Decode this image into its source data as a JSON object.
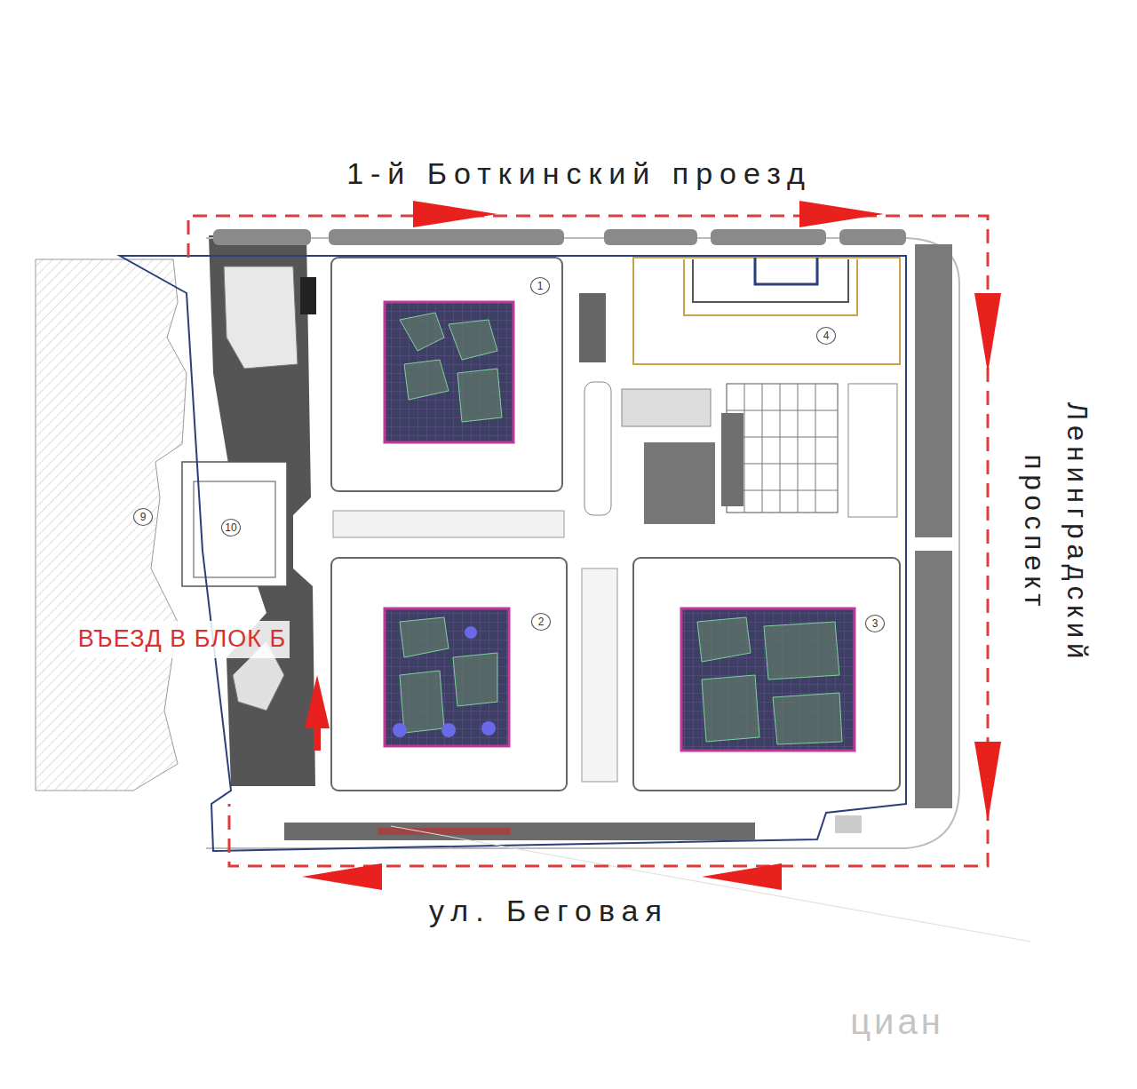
{
  "diagram": {
    "nodes": [
      {
        "text": [
          "1"
        ]
      },
      {
        "text": [
          "4"
        ]
      },
      {
        "text": [
          "9"
        ]
      },
      {
        "text": [
          "10"
        ]
      },
      {
        "text": [
          "2"
        ]
      },
      {
        "text": [
          "3"
        ]
      }
    ],
    "labels": [
      "1-й Боткинский проезд",
      "Ленинградский проспект",
      "ВЪЕЗД В БЛОК Б",
      "ул. Беговая",
      "циан"
    ]
  }
}
